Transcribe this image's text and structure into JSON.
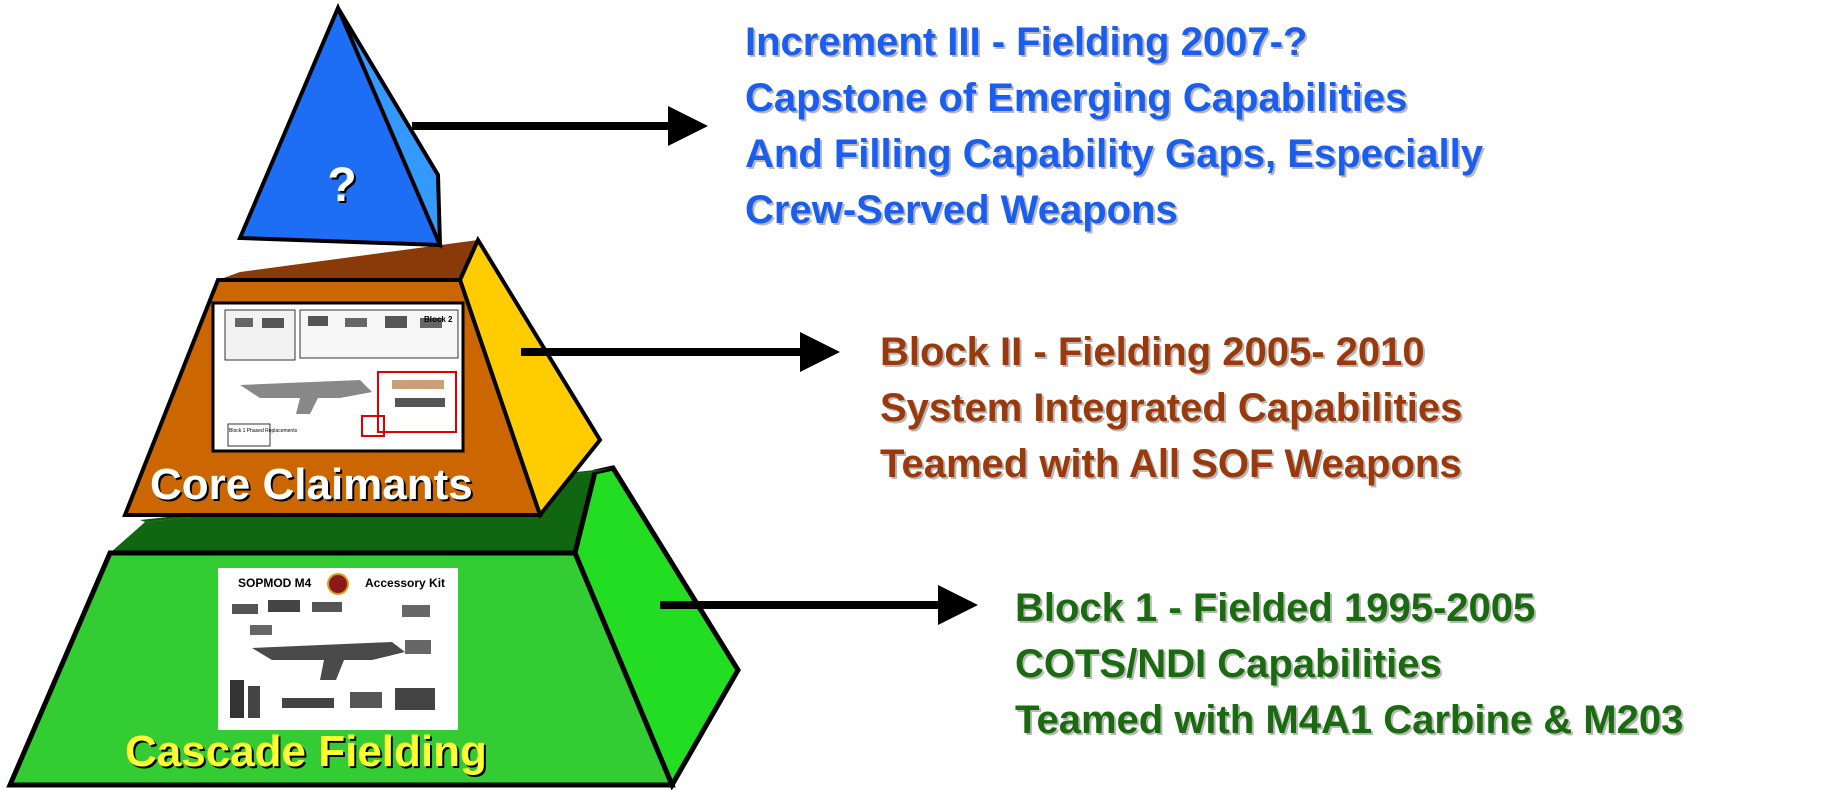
{
  "tiers": {
    "top": {
      "mark": "?",
      "lines": [
        "Increment III - Fielding 2007-?",
        "Capstone of Emerging Capabilities",
        "And Filling Capability Gaps, Especially",
        "Crew-Served Weapons"
      ],
      "color": "#1a5ef0",
      "fill": "#1e6ef5"
    },
    "middle": {
      "title": "Core Claimants",
      "lines": [
        "Block II - Fielding 2005- 2010",
        "System Integrated Capabilities",
        "Teamed with All SOF Weapons"
      ],
      "color": "#9a3a0c",
      "fill": "#cc6600",
      "image_text": {
        "block": "Block 2",
        "phased": "Block 1 Phased Replacements"
      }
    },
    "bottom": {
      "title": "Cascade Fielding",
      "lines": [
        "Block 1 - Fielded 1995-2005",
        "COTS/NDI Capabilities",
        "Teamed with M4A1 Carbine & M203"
      ],
      "color": "#1a6a10",
      "fill": "#33cc33",
      "image_text": {
        "left": "SOPMOD M4",
        "right": "Accessory Kit"
      }
    }
  }
}
